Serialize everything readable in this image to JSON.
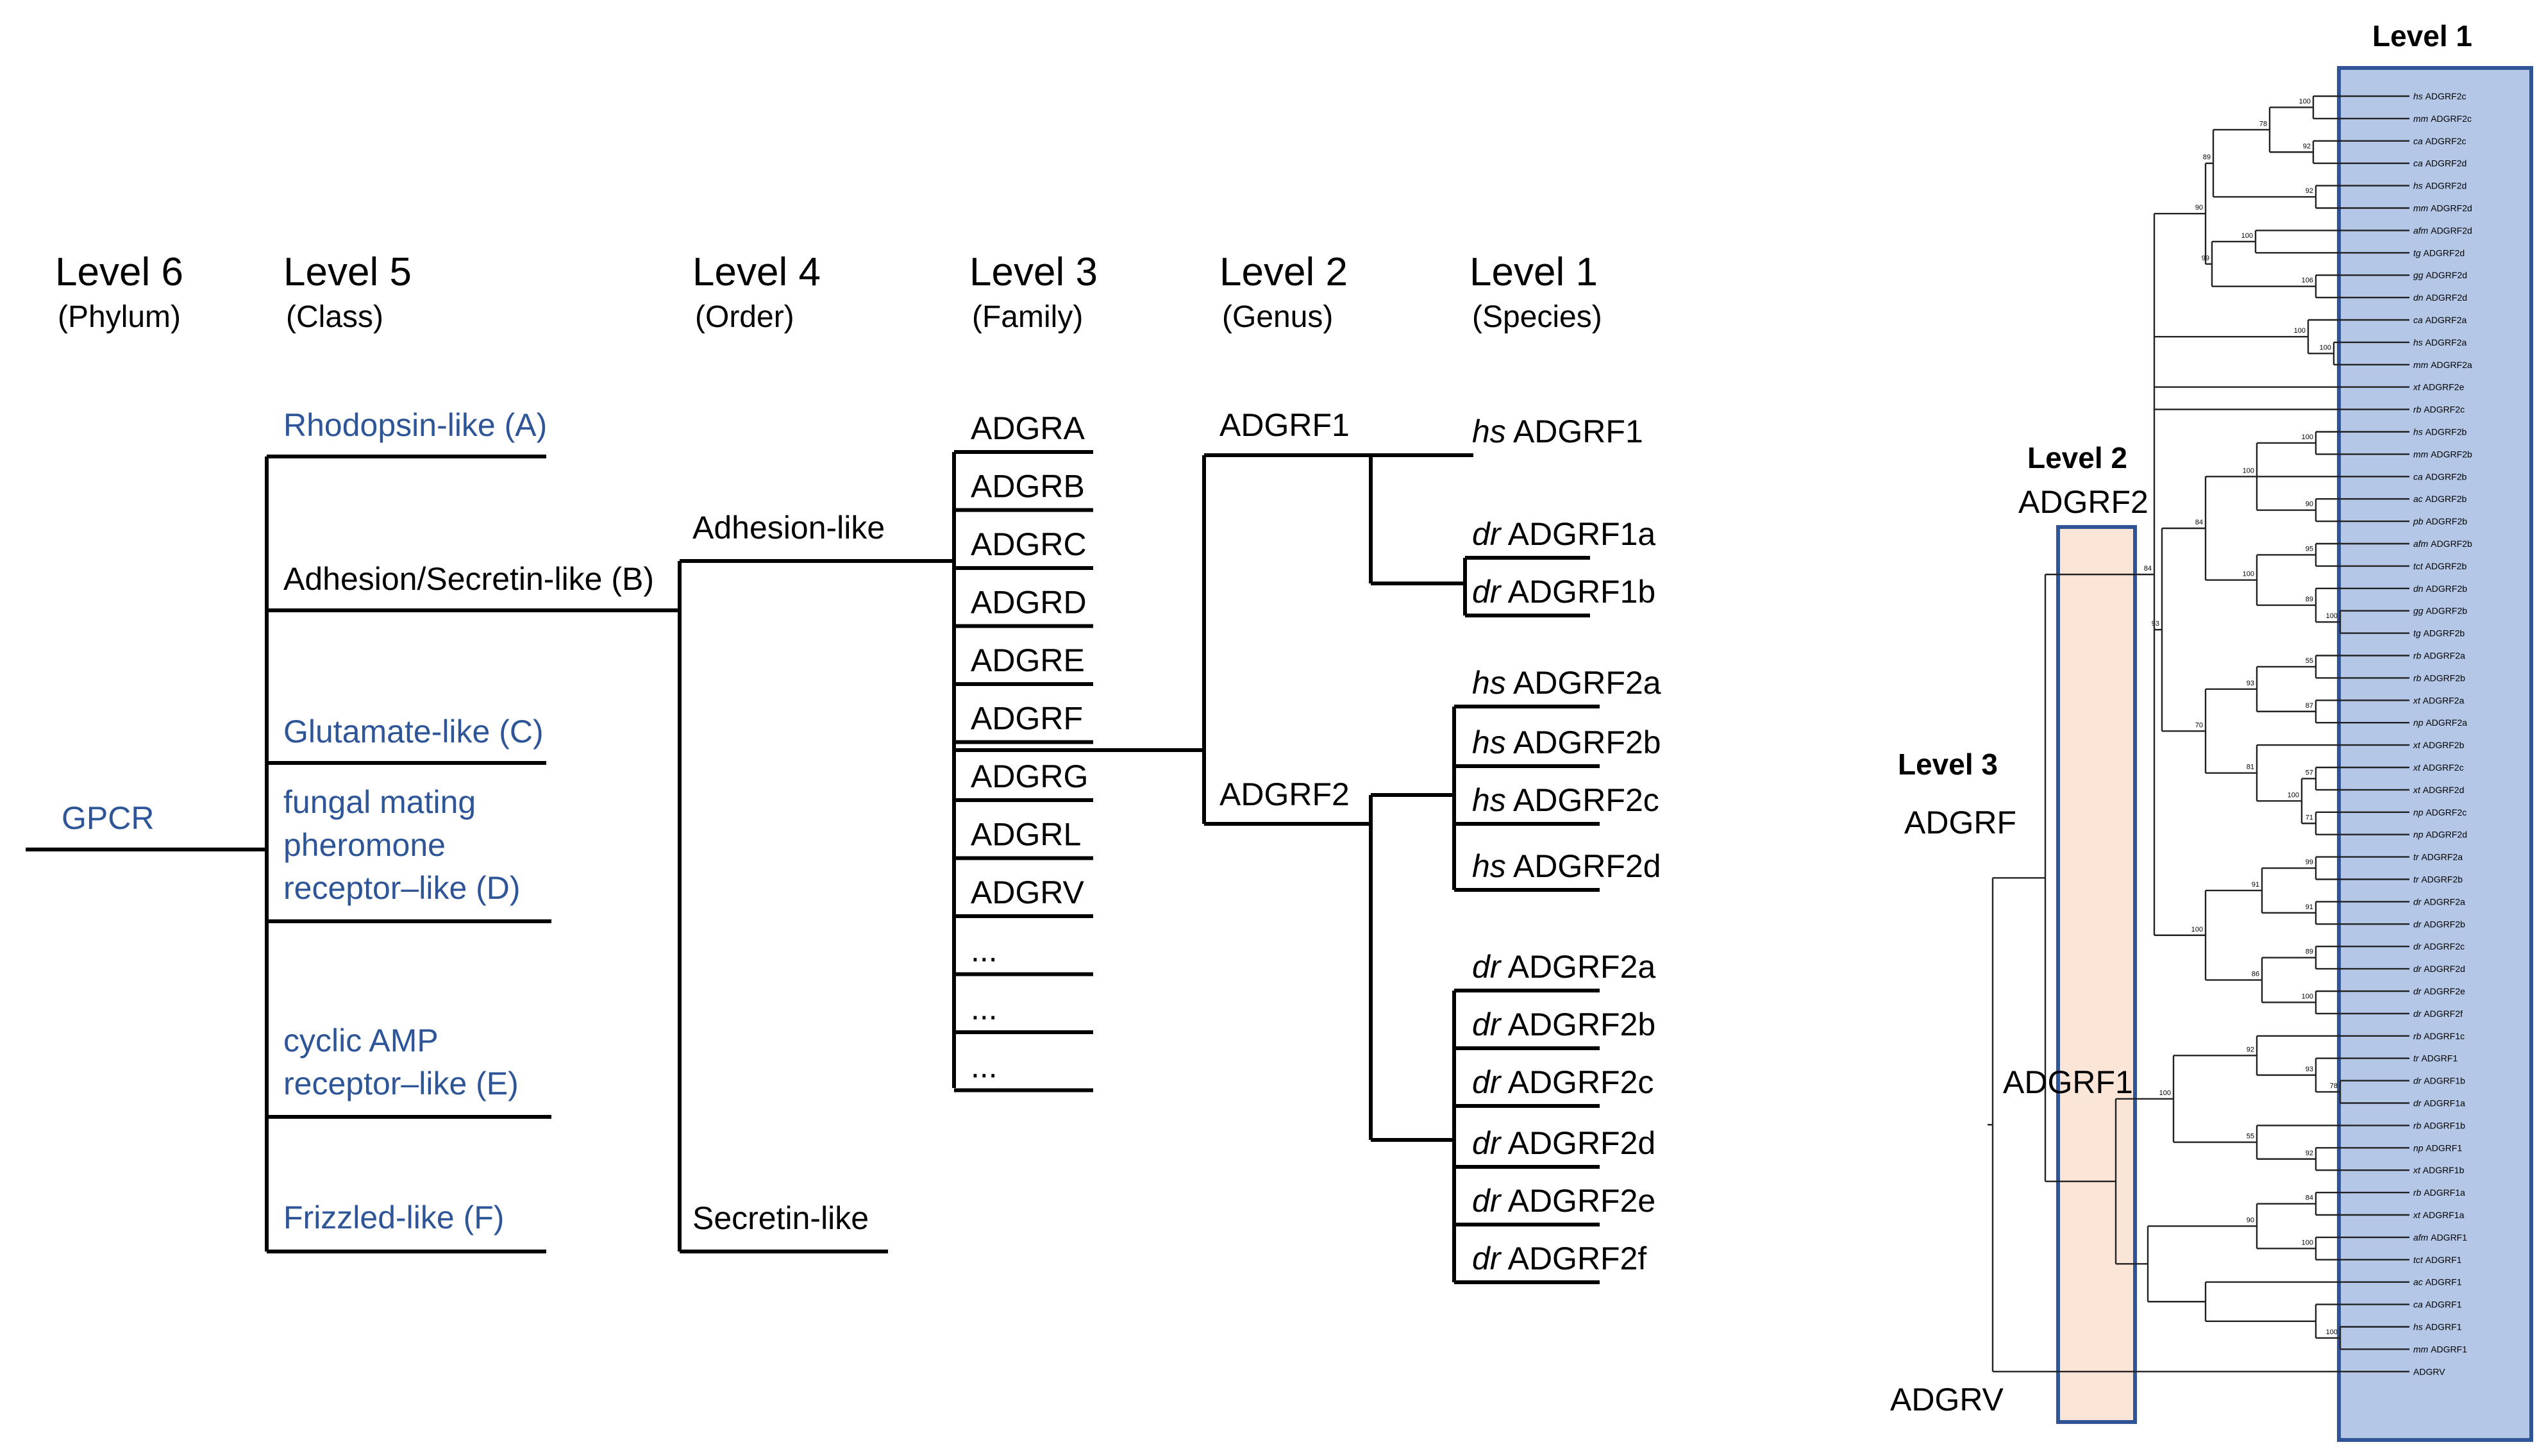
{
  "left_levels": [
    {
      "title": "Level 6",
      "subtitle": "(Phylum)"
    },
    {
      "title": "Level 5",
      "subtitle": "(Class)"
    },
    {
      "title": "Level 4",
      "subtitle": "(Order)"
    },
    {
      "title": "Level 3",
      "subtitle": "(Family)"
    },
    {
      "title": "Level 2",
      "subtitle": "(Genus)"
    },
    {
      "title": "Level 1",
      "subtitle": "(Species)"
    }
  ],
  "phylum": "GPCR",
  "classes": [
    [
      "Rhodopsin-like (A)"
    ],
    [
      "Adhesion/Secretin-like (B)"
    ],
    [
      "Glutamate-like (C)"
    ],
    [
      "fungal mating",
      "pheromone",
      "receptor–like (D)"
    ],
    [
      "cyclic AMP",
      "receptor–like (E)"
    ],
    [
      "Frizzled-like (F)"
    ]
  ],
  "orders": [
    "Adhesion-like",
    "Secretin-like"
  ],
  "families": [
    "ADGRA",
    "ADGRB",
    "ADGRC",
    "ADGRD",
    "ADGRE",
    "ADGRF",
    "ADGRG",
    "ADGRL",
    "ADGRV",
    "...",
    "...",
    "..."
  ],
  "genera": [
    "ADGRF1",
    "ADGRF2"
  ],
  "species": [
    {
      "sp": "hs",
      "gene": "ADGRF1"
    },
    {
      "sp": "dr",
      "gene": "ADGRF1a"
    },
    {
      "sp": "dr",
      "gene": "ADGRF1b"
    },
    {
      "sp": "hs",
      "gene": "ADGRF2a"
    },
    {
      "sp": "hs",
      "gene": "ADGRF2b"
    },
    {
      "sp": "hs",
      "gene": "ADGRF2c"
    },
    {
      "sp": "hs",
      "gene": "ADGRF2d"
    },
    {
      "sp": "dr",
      "gene": "ADGRF2a"
    },
    {
      "sp": "dr",
      "gene": "ADGRF2b"
    },
    {
      "sp": "dr",
      "gene": "ADGRF2c"
    },
    {
      "sp": "dr",
      "gene": "ADGRF2d"
    },
    {
      "sp": "dr",
      "gene": "ADGRF2e"
    },
    {
      "sp": "dr",
      "gene": "ADGRF2f"
    }
  ],
  "right_panel": {
    "level1_title": "Level 1",
    "level2_title": "Level 2",
    "level3_title": "Level 3",
    "adgrf2_label": "ADGRF2",
    "adgrf_label": "ADGRF",
    "adgrf1_label": "ADGRF1",
    "adgrv_label": "ADGRV",
    "level1_fill": "#b4c7e7",
    "level2_fill": "#fbe5d6",
    "box_stroke": "#2f5597",
    "leaves": [
      {
        "sp": "hs",
        "g": "ADGRF2c"
      },
      {
        "sp": "mm",
        "g": "ADGRF2c"
      },
      {
        "sp": "ca",
        "g": "ADGRF2c"
      },
      {
        "sp": "ca",
        "g": "ADGRF2d"
      },
      {
        "sp": "hs",
        "g": "ADGRF2d"
      },
      {
        "sp": "mm",
        "g": "ADGRF2d"
      },
      {
        "sp": "afm",
        "g": "ADGRF2d"
      },
      {
        "sp": "tg",
        "g": "ADGRF2d"
      },
      {
        "sp": "gg",
        "g": "ADGRF2d"
      },
      {
        "sp": "dn",
        "g": "ADGRF2d"
      },
      {
        "sp": "ca",
        "g": "ADGRF2a"
      },
      {
        "sp": "hs",
        "g": "ADGRF2a"
      },
      {
        "sp": "mm",
        "g": "ADGRF2a"
      },
      {
        "sp": "xt",
        "g": "ADGRF2e"
      },
      {
        "sp": "rb",
        "g": "ADGRF2c"
      },
      {
        "sp": "hs",
        "g": "ADGRF2b"
      },
      {
        "sp": "mm",
        "g": "ADGRF2b"
      },
      {
        "sp": "ca",
        "g": "ADGRF2b"
      },
      {
        "sp": "ac",
        "g": "ADGRF2b"
      },
      {
        "sp": "pb",
        "g": "ADGRF2b"
      },
      {
        "sp": "afm",
        "g": "ADGRF2b"
      },
      {
        "sp": "tct",
        "g": "ADGRF2b"
      },
      {
        "sp": "dn",
        "g": "ADGRF2b"
      },
      {
        "sp": "gg",
        "g": "ADGRF2b"
      },
      {
        "sp": "tg",
        "g": "ADGRF2b"
      },
      {
        "sp": "rb",
        "g": "ADGRF2a"
      },
      {
        "sp": "rb",
        "g": "ADGRF2b"
      },
      {
        "sp": "xt",
        "g": "ADGRF2a"
      },
      {
        "sp": "np",
        "g": "ADGRF2a"
      },
      {
        "sp": "xt",
        "g": "ADGRF2b"
      },
      {
        "sp": "xt",
        "g": "ADGRF2c"
      },
      {
        "sp": "xt",
        "g": "ADGRF2d"
      },
      {
        "sp": "np",
        "g": "ADGRF2c"
      },
      {
        "sp": "np",
        "g": "ADGRF2d"
      },
      {
        "sp": "tr",
        "g": "ADGRF2a"
      },
      {
        "sp": "tr",
        "g": "ADGRF2b"
      },
      {
        "sp": "dr",
        "g": "ADGRF2a"
      },
      {
        "sp": "dr",
        "g": "ADGRF2b"
      },
      {
        "sp": "dr",
        "g": "ADGRF2c"
      },
      {
        "sp": "dr",
        "g": "ADGRF2d"
      },
      {
        "sp": "dr",
        "g": "ADGRF2e"
      },
      {
        "sp": "dr",
        "g": "ADGRF2f"
      },
      {
        "sp": "rb",
        "g": "ADGRF1c"
      },
      {
        "sp": "tr",
        "g": "ADGRF1"
      },
      {
        "sp": "dr",
        "g": "ADGRF1b"
      },
      {
        "sp": "dr",
        "g": "ADGRF1a"
      },
      {
        "sp": "rb",
        "g": "ADGRF1b"
      },
      {
        "sp": "np",
        "g": "ADGRF1"
      },
      {
        "sp": "xt",
        "g": "ADGRF1b"
      },
      {
        "sp": "rb",
        "g": "ADGRF1a"
      },
      {
        "sp": "xt",
        "g": "ADGRF1a"
      },
      {
        "sp": "afm",
        "g": "ADGRF1"
      },
      {
        "sp": "tct",
        "g": "ADGRF1"
      },
      {
        "sp": "ac",
        "g": "ADGRF1"
      },
      {
        "sp": "ca",
        "g": "ADGRF1"
      },
      {
        "sp": "hs",
        "g": "ADGRF1"
      },
      {
        "sp": "mm",
        "g": "ADGRF1"
      },
      {
        "sp": "",
        "g": "ADGRV"
      }
    ],
    "bootstrap": [
      "100",
      "92",
      "78",
      "92",
      "89",
      "100",
      "106",
      "99",
      "90",
      "100",
      "100",
      "100",
      "90",
      "100",
      "95",
      "100",
      "89",
      "100",
      "84",
      "55",
      "87",
      "93",
      "57",
      "71",
      "100",
      "81",
      "70",
      "93",
      "99",
      "91",
      "91",
      "89",
      "100",
      "86",
      "100",
      "84",
      "78",
      "93",
      "92",
      "92",
      "55",
      "100",
      "84",
      "100",
      "90",
      "100"
    ]
  }
}
